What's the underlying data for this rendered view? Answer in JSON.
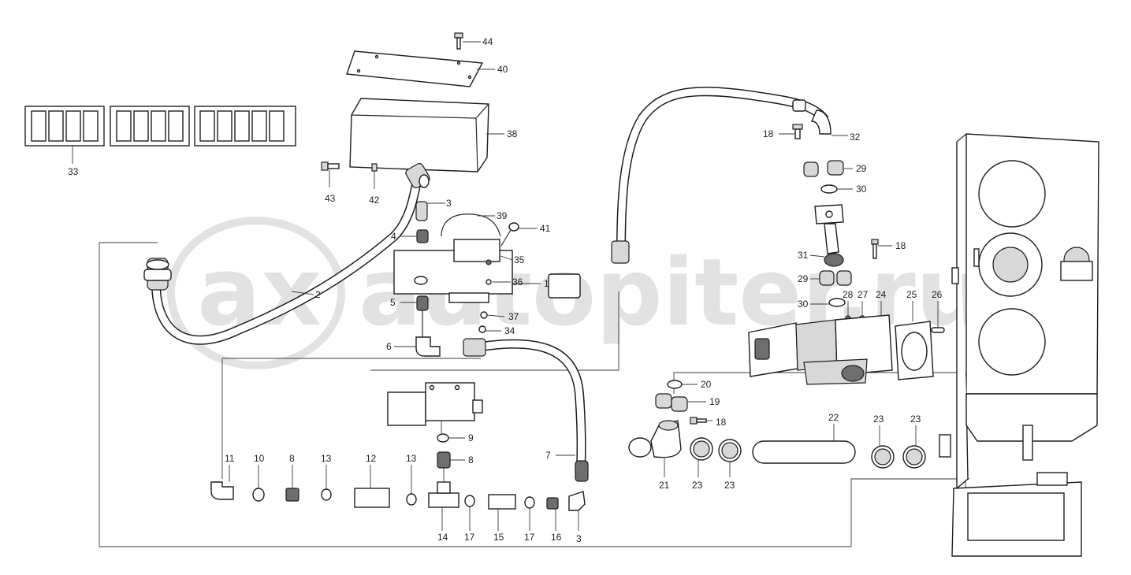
{
  "watermark": {
    "logo": "ax",
    "text": "autopiter.ru"
  },
  "callouts": [
    "44",
    "40",
    "38",
    "33",
    "43",
    "42",
    "3",
    "39",
    "41",
    "4",
    "35",
    "36",
    "1",
    "2",
    "5",
    "37",
    "34",
    "6",
    "11",
    "10",
    "8",
    "13",
    "12",
    "13",
    "9",
    "8",
    "7",
    "14",
    "17",
    "15",
    "17",
    "16",
    "3",
    "18",
    "32",
    "29",
    "30",
    "18",
    "31",
    "29",
    "30",
    "28",
    "27",
    "24",
    "25",
    "26",
    "20",
    "19",
    "18",
    "21",
    "23",
    "23",
    "22",
    "23",
    "23"
  ],
  "colors": {
    "line": "#1e1e1e",
    "part_fill": "#ffffff",
    "shade": "#d8d8d8",
    "watermark": "#e2e2e2"
  }
}
